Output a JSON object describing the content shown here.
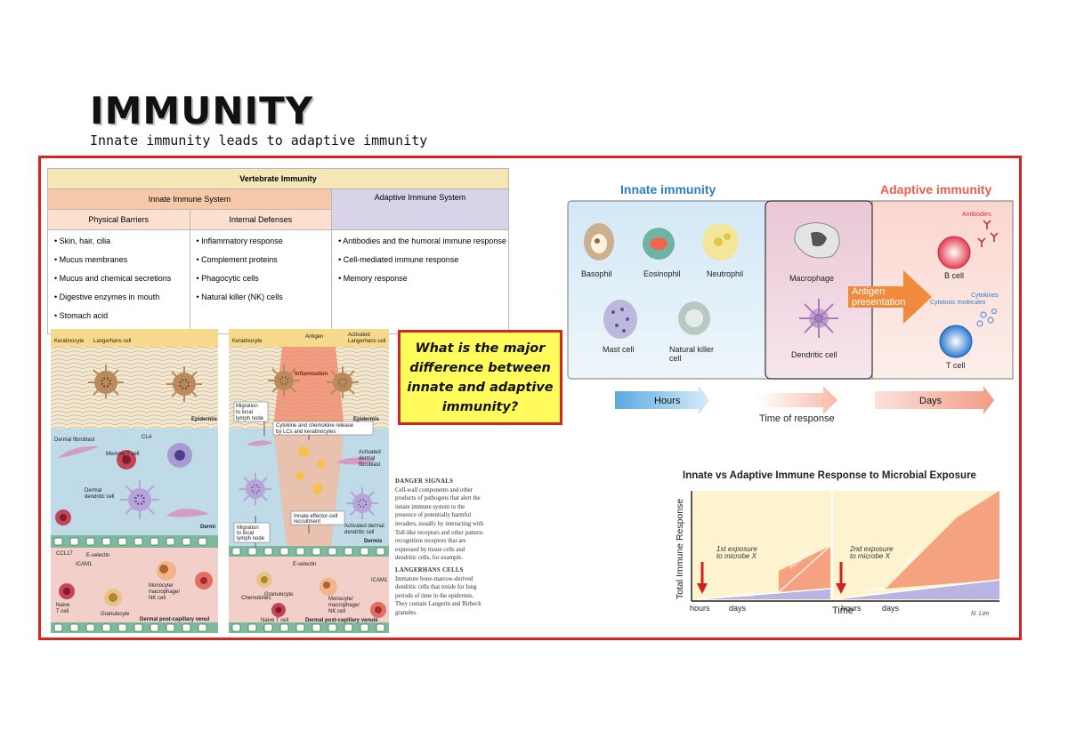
{
  "header": {
    "title": "IMMUNITY",
    "subtitle": "Innate immunity leads to adaptive immunity"
  },
  "vertebrate_table": {
    "title": "Vertebrate Immunity",
    "innate_header": "Innate Immune System",
    "adaptive_header": "Adaptive Immune System",
    "physical_header": "Physical Barriers",
    "internal_header": "Internal Defenses",
    "physical_items": [
      "Skin, hair, cilia",
      "Mucus membranes",
      "Mucus and chemical secretions",
      "Digestive enzymes in mouth",
      "Stomach acid"
    ],
    "internal_items": [
      "Inflammatory response",
      "Complement proteins",
      "Phagocytic cells",
      "Natural killer (NK) cells"
    ],
    "adaptive_items": [
      "Antibodies and the humoral immune response",
      "Cell-mediated immune response",
      "Memory response"
    ]
  },
  "question": "What is the major difference between innate and adaptive immunity?",
  "innate_adaptive_diagram": {
    "innate_title": "Innate immunity",
    "adaptive_title": "Adaptive immunity",
    "cells": {
      "basophil": "Basophil",
      "eosinophil": "Eosinophil",
      "neutrophil": "Neutrophil",
      "mast_cell": "Mast cell",
      "nk_line1": "Natural killer",
      "nk_line2": "cell",
      "macrophage": "Macrophage",
      "dendritic": "Dendritic cell",
      "b_cell": "B cell",
      "t_cell": "T cell"
    },
    "antigen_line1": "Antigen",
    "antigen_line2": "presentation",
    "antibodies": "Antibodies",
    "cytokines": "Cytokines",
    "cytotoxic": "Cytotoxic molecules",
    "hours": "Hours",
    "days": "Days",
    "time_of_response": "Time of response",
    "colors": {
      "innate": "#2b7fc2",
      "adaptive": "#e8604c"
    }
  },
  "skin_diagram": {
    "left": {
      "keratinocyte": "Keratinocyte",
      "langerhans": "Langerhans cell",
      "epidermis": "Epidermis",
      "dermal_fibroblast": "Dermal fibroblast",
      "cla": "CLA",
      "memory_t": "Memory T cell",
      "dermal_dc_1": "Dermal",
      "dermal_dc_2": "dendritic cell",
      "dermis": "Dermi",
      "ccl17": "CCL17",
      "e_selectin": "E-selectin",
      "icam1": "ICAM1",
      "mono_1": "Monocyte/",
      "mono_2": "macrophage/",
      "mono_3": "NK cell",
      "naive_1": "Naive",
      "naive_2": "T cell",
      "granulocyte": "Granulocyte",
      "venule": "Dermal post-capillary venul"
    },
    "right": {
      "keratinocyte": "Keratinocyte",
      "antigen": "Antigen",
      "activated_lc_1": "Activated",
      "activated_lc_2": "Langerhans cell",
      "inflammation": "Inflammation",
      "migration_1": "Migration",
      "migration_2": "to local",
      "migration_3": "lymph node",
      "epidermis": "Epidermis",
      "cytokine_1": "Cytokine and chemokine release",
      "cytokine_2": "by LCs and keratinocytes",
      "act_fib_1": "Activated",
      "act_fib_2": "dermal",
      "act_fib_3": "fibroblast",
      "effector_1": "Innate effector-cell",
      "effector_2": "recruitment",
      "act_dc_1": "Activated dermal",
      "act_dc_2": "dendritic cell",
      "dermis": "Dermis",
      "e_selectin": "E-selectin",
      "icam1": "ICAM1",
      "granulocyte": "Granulocyte",
      "chemokines": "Chemokines",
      "mono_1": "Monocyte/",
      "mono_2": "macrophage/",
      "mono_3": "NK cell",
      "naive": "Naive T cell",
      "venule": "Dermal post-capillary venule"
    }
  },
  "side_text": {
    "danger_head": "DANGER SIGNALS",
    "danger_body": "Cell-wall components and other products of pathogens that alert the innate immune system to the presence of potentially harmful invaders, usually by interacting with Toll-like receptors and other pattern-recognition receptors that are expressed by tissue cells and dendritic cells, for example.",
    "lc_head": "LANGERHANS CELLS",
    "lc_body": "Immature bone-marrow-derived dendritic cells that reside for long periods of time in the epidermis. They contain Langerin and Birbeck granules."
  },
  "response_graph": {
    "title": "Innate vs Adaptive Immune Response to Microbial Exposure",
    "ylabel": "Total Immune Response",
    "xlabel": "Time",
    "first_exposure_1": "1st exposure",
    "first_exposure_2": "to microbe X",
    "second_exposure_1": "2nd exposure",
    "second_exposure_2": "to microbe X",
    "adaptive": "Adaptive",
    "innate": "Innate",
    "hours": "hours",
    "days": "days",
    "signature": "N. Lim",
    "colors": {
      "adaptive": "#f4a27f",
      "innate": "#b9b5e3",
      "background": "#fdf3cf"
    }
  }
}
